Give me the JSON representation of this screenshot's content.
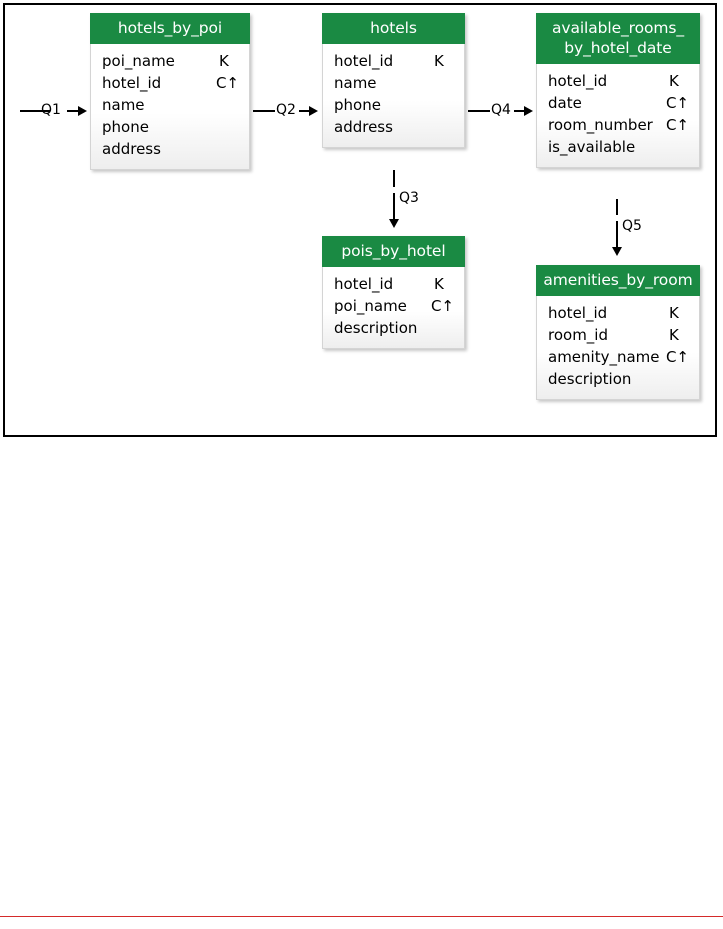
{
  "diagram": {
    "type": "chebotko-logical-data-model",
    "title": "",
    "accent_color": "#1a8a43",
    "header_text_color": "#ffffff",
    "border_color": "#000000",
    "footer_rule_color": "#d42a2a",
    "key_legend": {
      "partition_key": "K",
      "clustering_key_asc": "C↑"
    },
    "tables": [
      {
        "id": "hotels_by_poi",
        "name": "hotels_by_poi",
        "columns": [
          {
            "name": "poi_name",
            "key": "K"
          },
          {
            "name": "hotel_id",
            "key": "C↑"
          },
          {
            "name": "name",
            "key": ""
          },
          {
            "name": "phone",
            "key": ""
          },
          {
            "name": "address",
            "key": ""
          }
        ]
      },
      {
        "id": "hotels",
        "name": "hotels",
        "columns": [
          {
            "name": "hotel_id",
            "key": "K"
          },
          {
            "name": "name",
            "key": ""
          },
          {
            "name": "phone",
            "key": ""
          },
          {
            "name": "address",
            "key": ""
          }
        ]
      },
      {
        "id": "available_rooms_by_hotel_date",
        "name": "available_rooms_\nby_hotel_date",
        "columns": [
          {
            "name": "hotel_id",
            "key": "K"
          },
          {
            "name": "date",
            "key": "C↑"
          },
          {
            "name": "room_number",
            "key": "C↑"
          },
          {
            "name": "is_available",
            "key": ""
          }
        ]
      },
      {
        "id": "pois_by_hotel",
        "name": "pois_by_hotel",
        "columns": [
          {
            "name": "hotel_id",
            "key": "K"
          },
          {
            "name": "poi_name",
            "key": "C↑"
          },
          {
            "name": "description",
            "key": ""
          }
        ]
      },
      {
        "id": "amenities_by_room",
        "name": "amenities_by_room",
        "columns": [
          {
            "name": "hotel_id",
            "key": "K"
          },
          {
            "name": "room_id",
            "key": "K"
          },
          {
            "name": "amenity_name",
            "key": "C↑"
          },
          {
            "name": "description",
            "key": ""
          }
        ]
      }
    ],
    "edges": [
      {
        "id": "q1",
        "label": "Q1",
        "from": "",
        "to": "hotels_by_poi",
        "direction": "right"
      },
      {
        "id": "q2",
        "label": "Q2",
        "from": "hotels_by_poi",
        "to": "hotels",
        "direction": "right"
      },
      {
        "id": "q4",
        "label": "Q4",
        "from": "hotels",
        "to": "available_rooms_by_hotel_date",
        "direction": "right"
      },
      {
        "id": "q3",
        "label": "Q3",
        "from": "hotels",
        "to": "pois_by_hotel",
        "direction": "down"
      },
      {
        "id": "q5",
        "label": "Q5",
        "from": "available_rooms_by_hotel_date",
        "to": "amenities_by_room",
        "direction": "down"
      }
    ]
  }
}
